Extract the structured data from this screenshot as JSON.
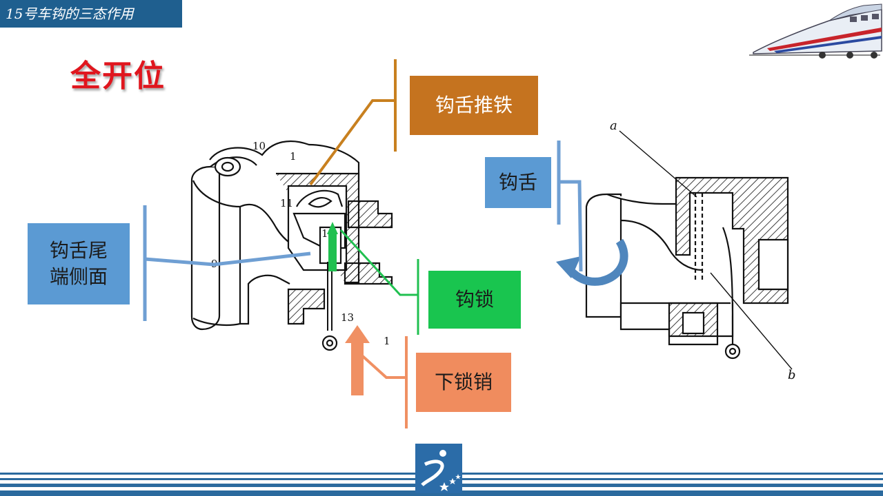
{
  "header": {
    "tab_title": "15号车钩的三态作用"
  },
  "slide": {
    "title": "全开位"
  },
  "labels": {
    "tuitie": "钩舌推铁",
    "gousheweiduan_line1": "钩舌尾",
    "gousheweiduan_line2": "端侧面",
    "goushe": "钩舌",
    "gousuo": "钩锁",
    "xiasuoxiao": "下锁销"
  },
  "diagram": {
    "part_numbers": [
      "10",
      "1",
      "11",
      "12",
      "9",
      "13",
      "1"
    ],
    "point_labels": [
      "a",
      "b"
    ]
  },
  "colors": {
    "header_blue": "#1f5f8f",
    "title_red": "#e0161e",
    "orange": "#c5731f",
    "blue": "#5b9ad3",
    "green": "#19c54f",
    "salmon": "#f08c5e"
  },
  "icons": [
    "train-image",
    "university-logo-icon"
  ]
}
